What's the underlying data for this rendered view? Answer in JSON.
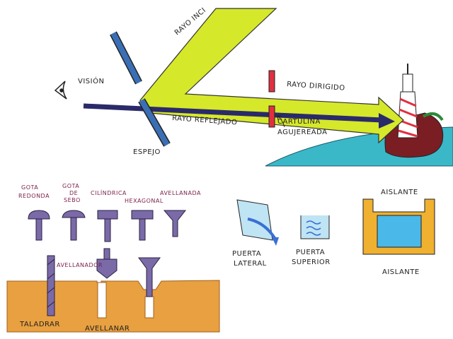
{
  "optics": {
    "incident_ray": "Rayo Inci",
    "vision": "Visión",
    "directed_ray": "Rayo Dirigido",
    "reflected_ray": "Rayo Reflejado",
    "card_line1": "Cartulina",
    "card_line2": "Agujereada",
    "mirror": "Espejo"
  },
  "screws": {
    "round_1": "Gota",
    "round_2": "Redonda",
    "tallow_1": "Gota",
    "tallow_2": "de",
    "tallow_3": "Sebo",
    "cylindrical": "Cilíndrica",
    "hexagonal": "Hexagonal",
    "countersunk": "Avellanada",
    "countersink_tool": "Avellanador",
    "drill": "Taladrar",
    "countersink": "Avellanar"
  },
  "doors": {
    "side_1": "Puerta",
    "side_2": "Lateral",
    "top_1": "Puerta",
    "top_2": "Superior"
  },
  "insulation": {
    "top": "Aislante",
    "bottom": "Aislante"
  },
  "colors": {
    "beam": "#d6e82a",
    "vision_arrow": "#2a2a6a",
    "mirror": "#3a6fb5",
    "card": "#e03040",
    "wood": "#e8a040",
    "screw": "#7a6aa8",
    "water": "#3ab8c8",
    "insulation": "#f0b030",
    "liquid": "#4ab8e8"
  }
}
